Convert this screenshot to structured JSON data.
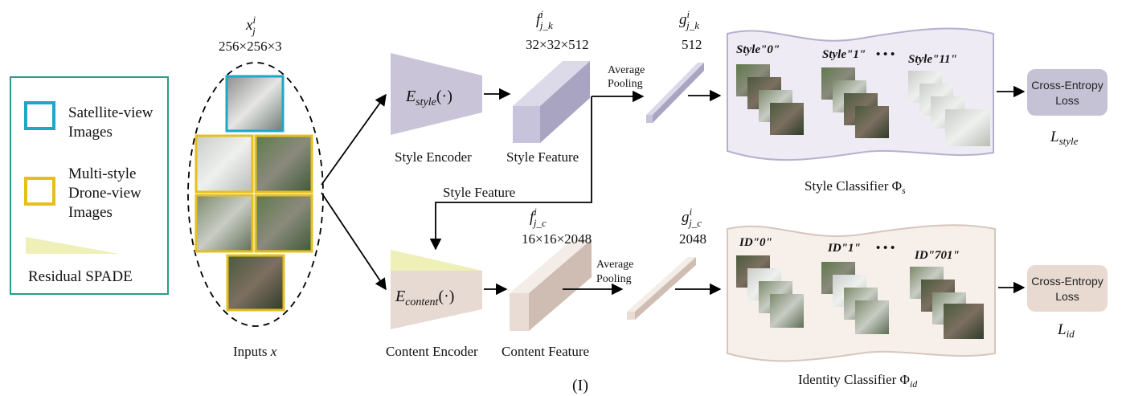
{
  "legend": {
    "satellite_line1": "Satellite-view",
    "satellite_line2": "Images",
    "drone_line1": "Multi-style",
    "drone_line2": "Drone-view",
    "drone_line3": "Images",
    "spade": "Residual SPADE",
    "colors": {
      "satellite": "#1da7c8",
      "drone": "#e6bf1c",
      "spade": "#eef0b8",
      "border": "#2a9b86"
    }
  },
  "inputs": {
    "var_base": "x",
    "var_sup": "i",
    "var_sub": "j",
    "dims": "256×256×3",
    "caption_text": "Inputs",
    "caption_var": "x"
  },
  "style_branch": {
    "encoder_symbol": "E",
    "encoder_sub": "style",
    "encoder_args": "(·)",
    "encoder_label": "Style Encoder",
    "feature_label": "Style Feature",
    "f_base": "f",
    "f_sup": "i",
    "f_sub": "j_k",
    "f_dims": "32×32×512",
    "pool_line1": "Average",
    "pool_line2": "Pooling",
    "g_base": "g",
    "g_sup": "i",
    "g_sub": "j_k",
    "g_dims": "512",
    "classes": [
      "Style\"0\"",
      "Style\"1\"",
      "Style\"11\""
    ],
    "ellipsis": "• • •",
    "classifier_text": "Style Classifier Φ",
    "classifier_sub": "s",
    "loss_line1": "Cross-Entropy",
    "loss_line2": "Loss",
    "loss_base": "L",
    "loss_sub": "style",
    "colors": {
      "encoder": "#c9c4d8",
      "feature": "#c7c3da",
      "panel": "#eeebf4",
      "loss": "#c6c2d6"
    }
  },
  "content_branch": {
    "cross_label": "Style Feature",
    "encoder_symbol": "E",
    "encoder_sub": "content",
    "encoder_args": "(·)",
    "encoder_label": "Content Encoder",
    "feature_label": "Content Feature",
    "f_base": "f",
    "f_sup": "i",
    "f_sub": "j_c",
    "f_dims": "16×16×2048",
    "pool_line1": "Average",
    "pool_line2": "Pooling",
    "g_base": "g",
    "g_sup": "i",
    "g_sub": "j_c",
    "g_dims": "2048",
    "classes": [
      "ID\"0\"",
      "ID\"1\"",
      "ID\"701\""
    ],
    "ellipsis": "• • •",
    "classifier_text": "Identity Classifier Φ",
    "classifier_sub": "id",
    "loss_line1": "Cross-Entropy",
    "loss_line2": "Loss",
    "loss_base": "L",
    "loss_sub": "id",
    "colors": {
      "encoder": "#e7dad3",
      "feature": "#e9dcd5",
      "panel": "#f6efea",
      "loss": "#e8d9d1"
    }
  },
  "caption": "(I)"
}
